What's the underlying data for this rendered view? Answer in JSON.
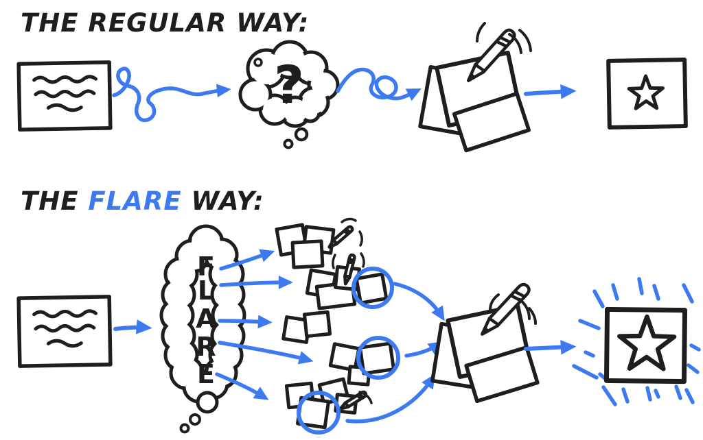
{
  "headings": {
    "regular": "THE REGULAR WAY:",
    "flare_pre": "THE ",
    "flare_word": "FLARE",
    "flare_post": " WAY:"
  },
  "regular_flow": {
    "question_mark": "?",
    "steps": [
      "source-document",
      "tangled-squiggle-arrow",
      "question-thought-bubble",
      "tangled-knot-arrow",
      "notes-and-pencil",
      "straight-arrow",
      "small-star-box"
    ]
  },
  "flare_flow": {
    "cloud_letters": [
      "F",
      "L",
      "A",
      "R",
      "E"
    ],
    "steps": [
      "source-document",
      "straight-arrow",
      "flare-thought-cloud",
      "five-branch-arrows",
      "idea-note-clusters",
      "circled-best-ideas",
      "converging-arrows",
      "notes-and-pencil",
      "straight-arrow",
      "shining-star-box"
    ]
  },
  "colors": {
    "ink": "#1e1e1e",
    "accent_blue": "#3d7af0",
    "background": "#ffffff"
  }
}
